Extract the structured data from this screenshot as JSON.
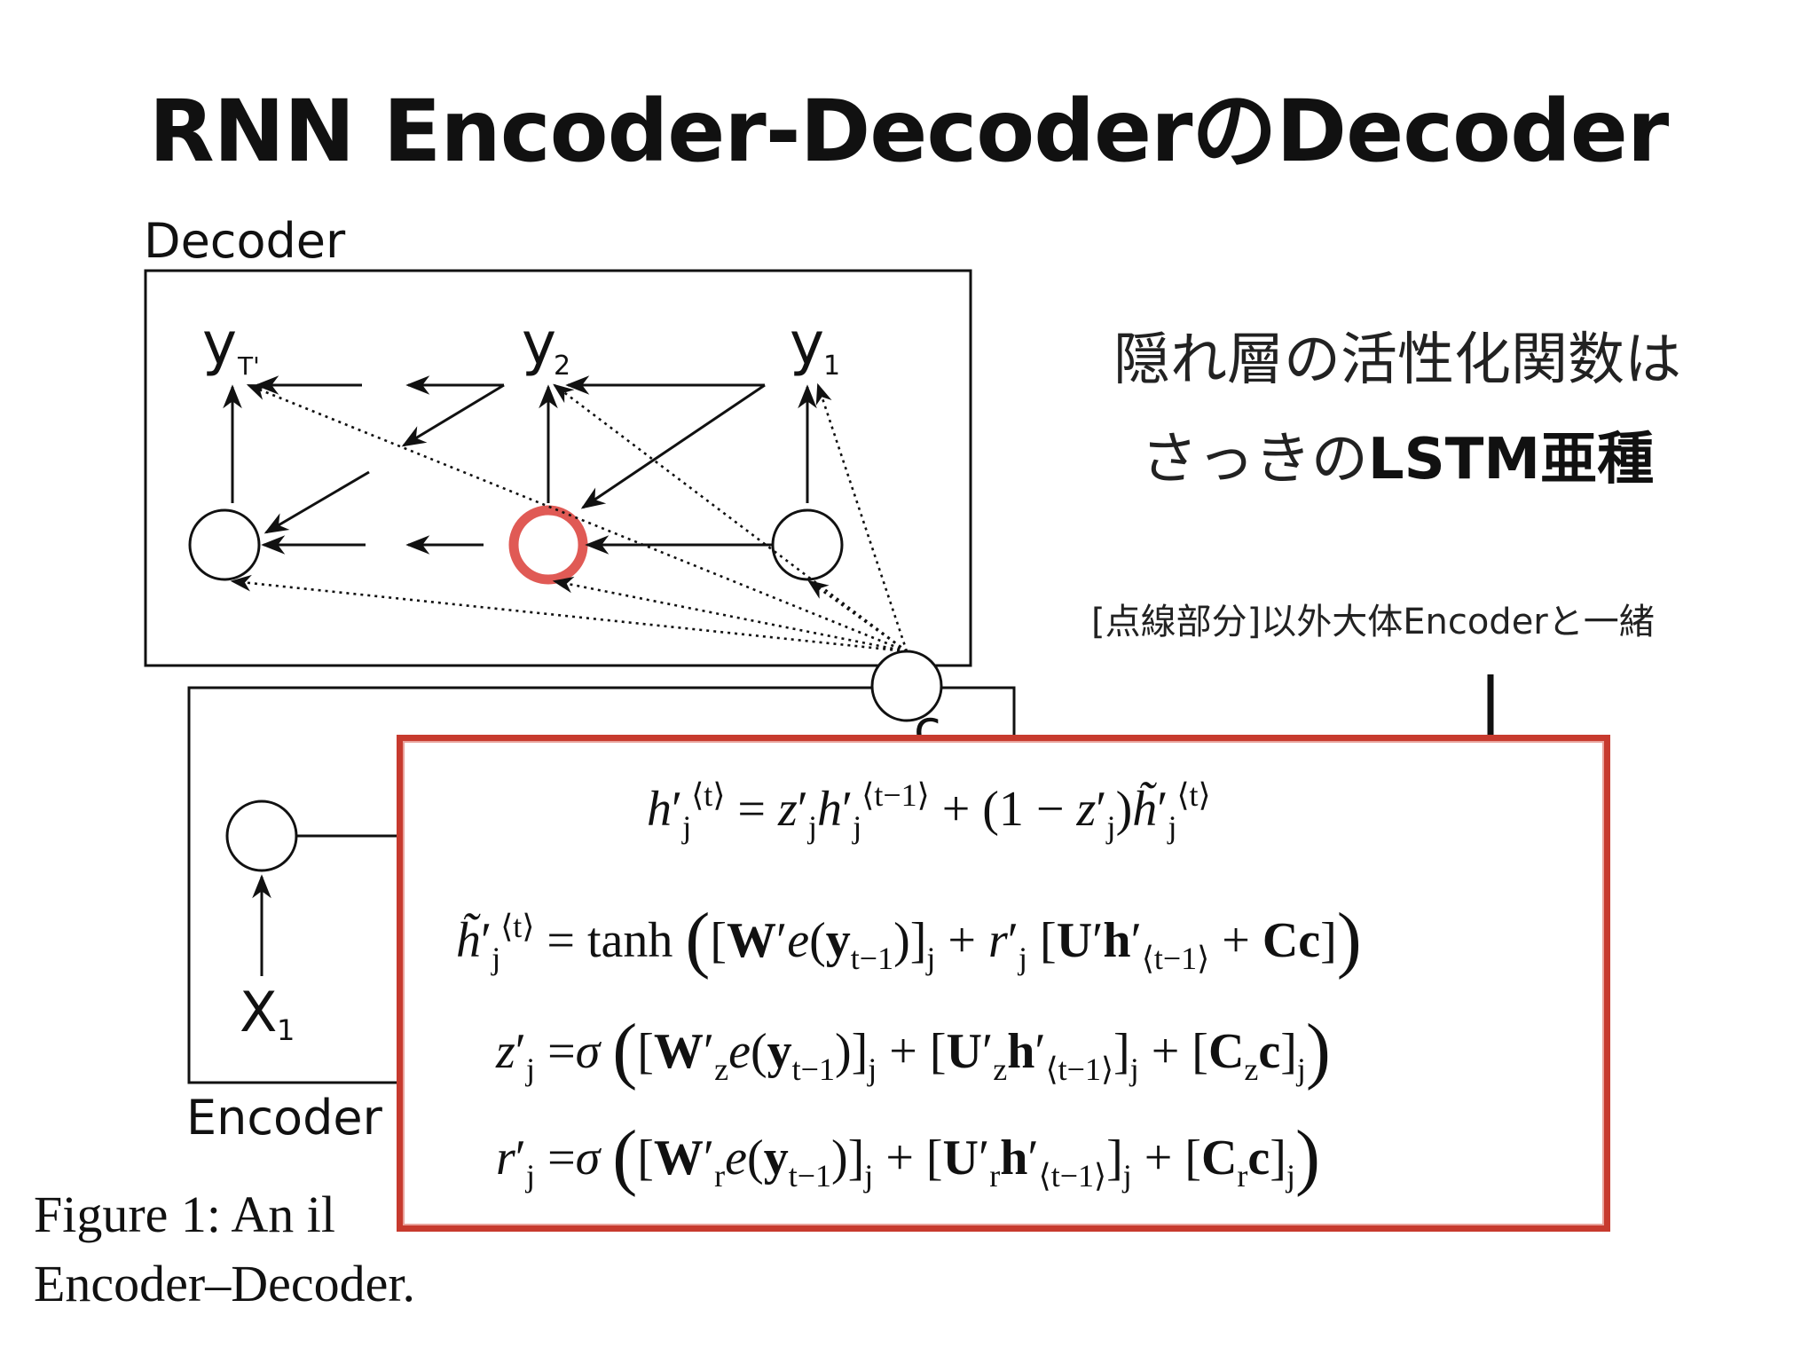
{
  "title": "RNN Encoder-DecoderのDecoder",
  "diagram": {
    "decoder_label": "Decoder",
    "encoder_label": "Encoder",
    "c_label": "c",
    "y_labels": {
      "yT": "y",
      "yT_sub": "T'",
      "y2": "y",
      "y2_sub": "2",
      "y1": "y",
      "y1_sub": "1"
    },
    "x_label": "X",
    "x_sub": "1",
    "highlight_color": "#e05a55"
  },
  "notes": {
    "line1": "隠れ層の活性化関数は",
    "line2_normal": "さっきの",
    "line2_bold": "LSTM亜種",
    "dotted_note": "[点線部分]以外大体Encoderと一緒"
  },
  "equations": {
    "eq1": "h′ⱼ⟨t⟩ = z′ⱼ h′ⱼ⟨t−1⟩ + (1 − z′ⱼ) h̃′ⱼ⟨t⟩",
    "eq2": "h̃′ⱼ⟨t⟩ = tanh([W′e(yₜ₋₁)]ⱼ + r′ⱼ [U′h′⟨t−1⟩ + Cc])",
    "eq3": "z′ⱼ = σ([W′z e(yₜ₋₁)]ⱼ + [U′z h′⟨t−1⟩]ⱼ + [Cz c]ⱼ)",
    "eq4": "r′ⱼ = σ([W′r e(yₜ₋₁)]ⱼ + [U′r h′⟨t−1⟩]ⱼ + [Cr c]ⱼ)"
  },
  "caption": {
    "line1": "Figure 1: An il",
    "line2": "Encoder–Decoder."
  },
  "colors": {
    "box_border": "#c73a2e",
    "text": "#111111"
  }
}
